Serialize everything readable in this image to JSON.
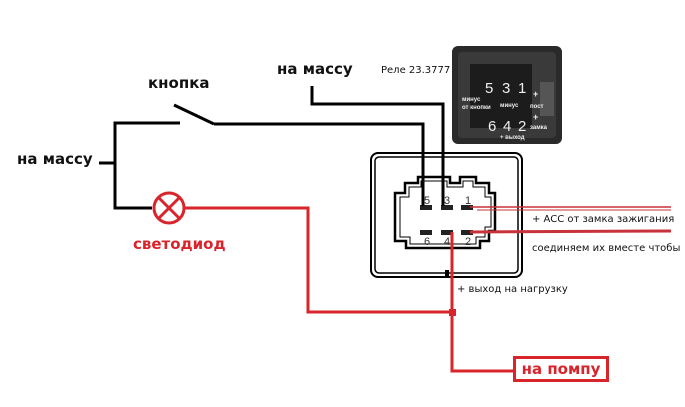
{
  "labels": {
    "ground_left": "на массу",
    "ground_top": "на массу",
    "button": "кнопка",
    "led": "светодиод",
    "relay": "Реле 23.3777",
    "acc": "+ ACC от замка зажигания",
    "join_note": "соединяем их вместе чтобы",
    "load_out": "+ выход на нагрузку",
    "pump": "на помпу"
  },
  "relay_photo": {
    "pins_top": [
      "5",
      "3",
      "1"
    ],
    "pins_bottom": [
      "6",
      "4",
      "2"
    ],
    "text_minus_button": [
      "минус",
      "от кнопки"
    ],
    "text_minus": "минус",
    "text_plus_const": [
      "+",
      "пост"
    ],
    "text_plus_lock": [
      "+",
      "замка"
    ],
    "text_plus_out": "+ выход"
  },
  "connector_pins": {
    "top": [
      "5",
      "3",
      "1"
    ],
    "bottom": [
      "6",
      "4",
      "2"
    ]
  },
  "colors": {
    "wire_black": "#000000",
    "wire_red": "#d8242b",
    "acc_wire": "#c8323a"
  }
}
